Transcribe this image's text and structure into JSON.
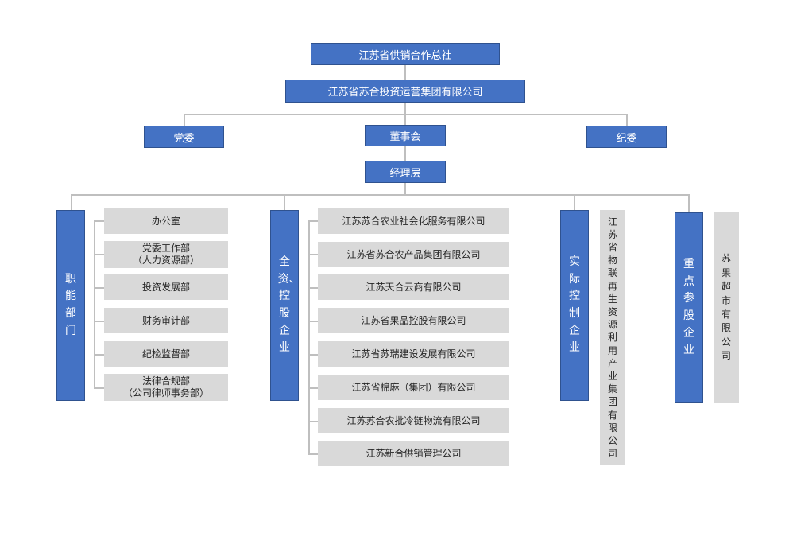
{
  "top": {
    "union": "江苏省供销合作总社",
    "group": "江苏省苏合投资运营集团有限公司"
  },
  "governance": {
    "party": "党委",
    "board": "董事会",
    "discipline": "纪委"
  },
  "management": "经理层",
  "functional": {
    "title": "职能部门",
    "items": [
      "办公室",
      "党委工作部\n（人力资源部）",
      "投资发展部",
      "财务审计部",
      "纪检监督部",
      "法律合规部\n（公司律师事务部）"
    ]
  },
  "owned": {
    "title": "全资、控股企业",
    "items": [
      "江苏苏合农业社会化服务有限公司",
      "江苏省苏合农产品集团有限公司",
      "江苏天合云商有限公司",
      "江苏省果品控股有限公司",
      "江苏省苏瑞建设发展有限公司",
      "江苏省棉麻（集团）有限公司",
      "江苏苏合农批冷链物流有限公司",
      "江苏新合供销管理公司"
    ]
  },
  "controlled": {
    "title": "实际控制企业",
    "item": "江苏省物联再生资源利用产业集团有限公司"
  },
  "equity": {
    "title": "重点参股企业",
    "item": "苏果超市有限公司"
  },
  "colors": {
    "box_blue": "#4472c4",
    "box_gray": "#d9d9d9",
    "connector": "#bfbfbf"
  }
}
